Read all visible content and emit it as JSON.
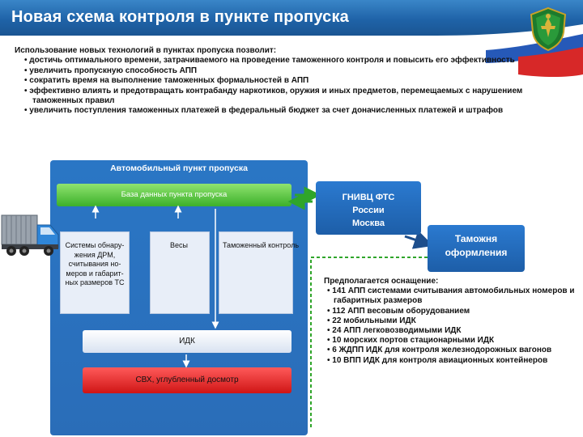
{
  "header": {
    "title": "Новая схема контроля в пункте пропуска"
  },
  "intro": {
    "heading": "Использование новых технологий в пунктах пропуска позволит:",
    "items": [
      "достичь оптимального времени, затрачиваемого на проведение таможенного контроля и повысить его эффективность",
      "увеличить пропускную способность АПП",
      "сократить время на выполнение таможенных формальностей в АПП",
      "эффективно влиять и предотвращать контрабанду наркотиков, оружия и иных предметов, перемещаемых с нарушением таможенных правил",
      "увеличить поступления таможенных платежей в федеральный бюджет за счет доначисленных платежей и штрафов"
    ]
  },
  "diagram": {
    "panel_title": "Автомобильный пункт пропуска",
    "database": "База данных пункта пропуска",
    "systems": "Системы обнару-жения ДРМ, считывания но-меров и габарит-ных размеров ТС",
    "scales": "Весы",
    "customs_control": "Таможенный контроль",
    "idk": "ИДК",
    "svh": "СВХ, углубленный досмотр",
    "gnivc_lines": [
      "ГНИВЦ ФТС",
      "России",
      "Москва"
    ],
    "customs_office_lines": [
      "Таможня",
      "оформления"
    ]
  },
  "equipment": {
    "heading": "Предполагается оснащение:",
    "items": [
      "141 АПП системами считывания автомобильных номеров и габаритных размеров",
      "112 АПП весовым оборудованием",
      "22 мобильными ИДК",
      "24 АПП легковозводимыми ИДК",
      "10 морских портов стационарными ИДК",
      "6 ЖДПП ИДК для контроля железнодорожных вагонов",
      "10 ВПП ИДК для контроля авиационных контейнеров"
    ]
  },
  "colors": {
    "header_blue": "#1f63a8",
    "panel_blue": "#2a6db8",
    "db_green": "#3cb02a",
    "svh_red": "#cf1515",
    "flag_red": "#d72828"
  }
}
